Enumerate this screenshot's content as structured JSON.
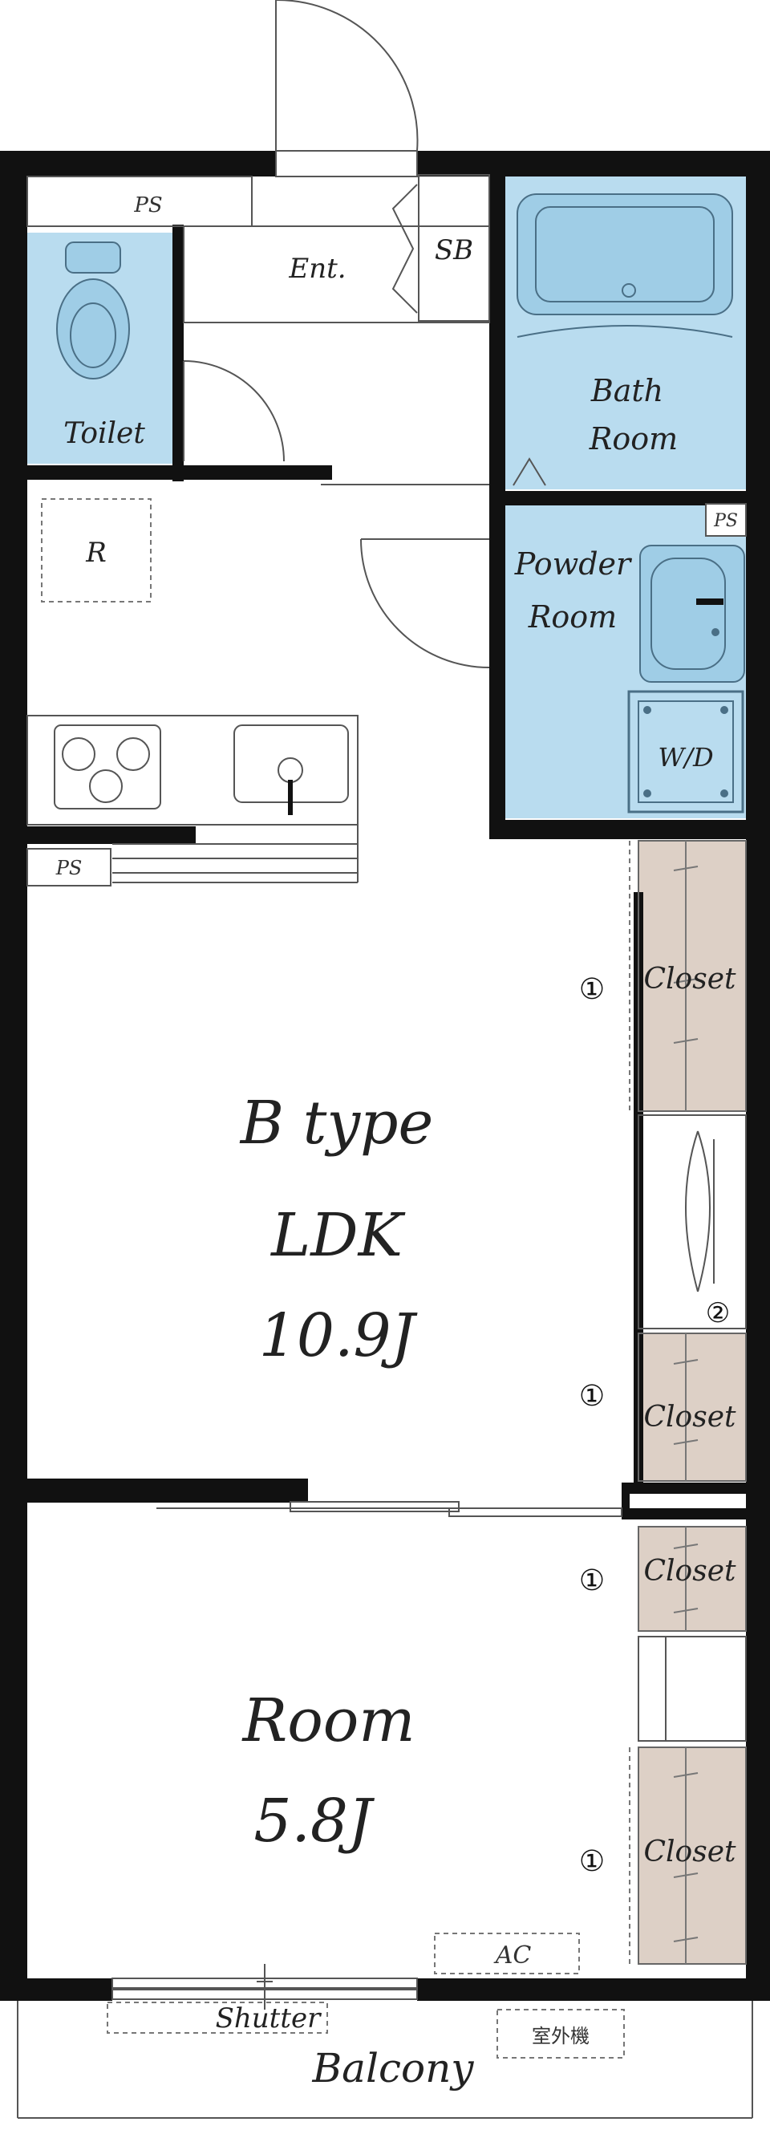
{
  "labels": {
    "ps_top": "PS",
    "entrance": "Ent.",
    "shoe_box": "SB",
    "toilet": "Toilet",
    "bath_line1": "Bath",
    "bath_line2": "Room",
    "ps_right": "PS",
    "powder_line1": "Powder",
    "powder_line2": "Room",
    "fridge": "R",
    "washer": "W/D",
    "ps_left": "PS",
    "ldk_line1": "B type",
    "ldk_line2": "LDK",
    "ldk_line3": "10.9J",
    "room_line1": "Room",
    "room_line2": "5.8J",
    "ac": "AC",
    "shutter": "Shutter",
    "outdoor_unit": "室外機",
    "balcony": "Balcony"
  },
  "closets": [
    "Closet",
    "Closet",
    "Closet",
    "Closet"
  ],
  "closet_markers": [
    "①",
    "①",
    "①",
    "①"
  ],
  "mirror_marker": "②",
  "colors": {
    "wall": "#111111",
    "wet_area": "#b9dcef",
    "fixture": "#9fcde6",
    "closet": "#ddd0c6"
  }
}
